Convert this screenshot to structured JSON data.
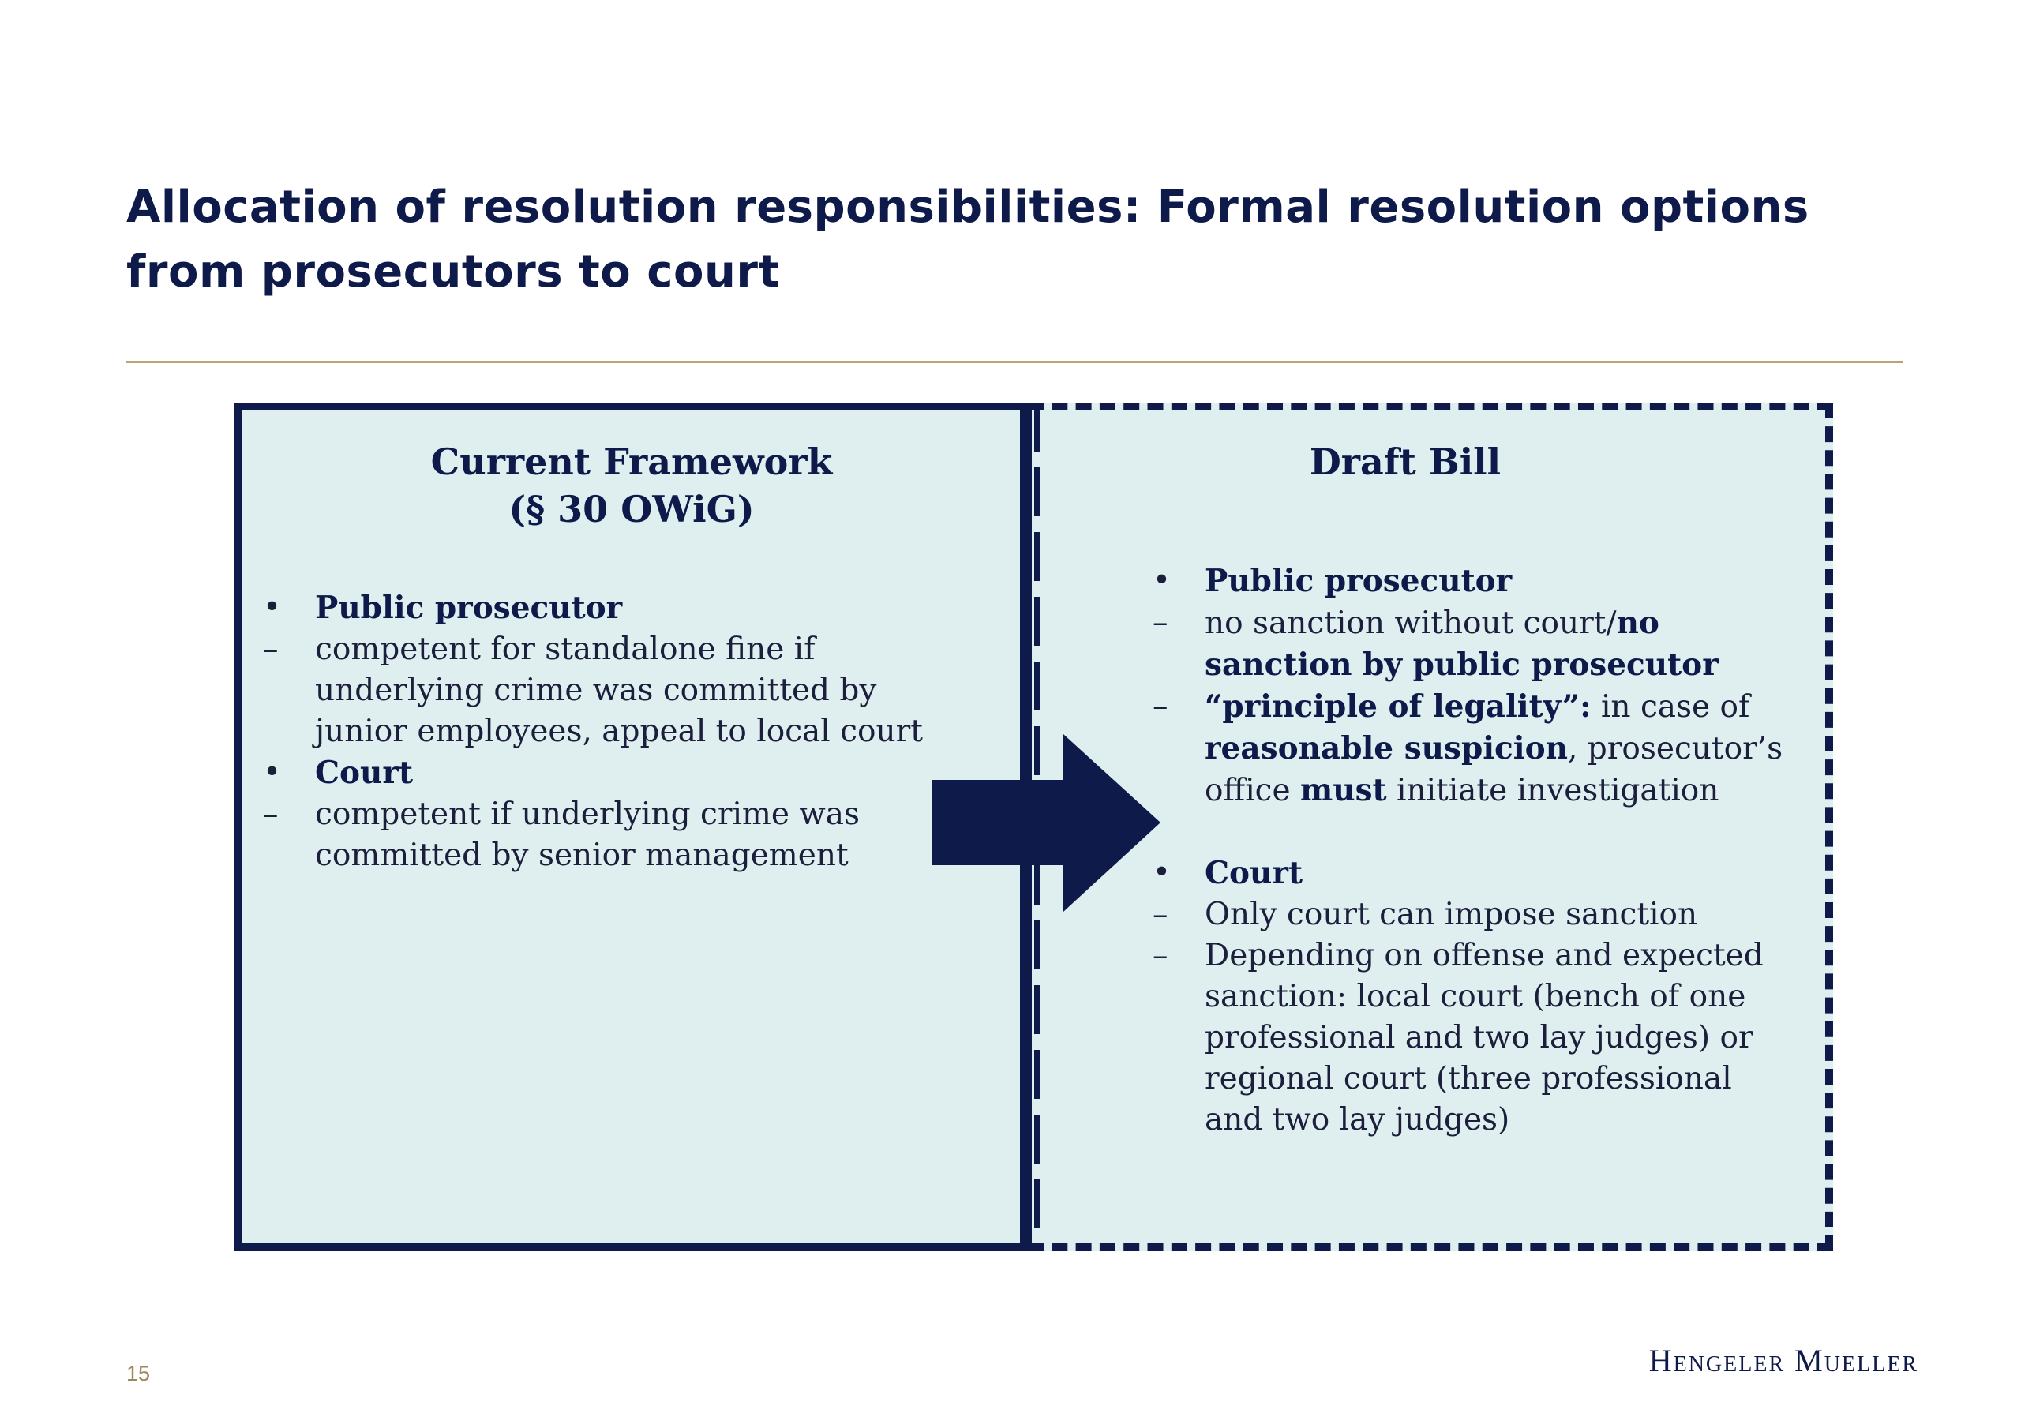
{
  "title": "Allocation of resolution responsibilities: Formal resolution options from prosecutors to court",
  "left_panel": {
    "heading_line1": "Current Framework",
    "heading_line2": "(§ 30 OWiG)",
    "items": [
      {
        "marker": "•",
        "text": "Public prosecutor",
        "bold": true
      },
      {
        "marker": "–",
        "text": "competent for standalone fine if underlying crime was committed by junior employees, appeal to local court"
      },
      {
        "marker": "•",
        "text": "Court",
        "bold": true
      },
      {
        "marker": "–",
        "text": "competent if underlying crime was committed by senior management"
      }
    ]
  },
  "right_panel": {
    "heading": "Draft Bill",
    "items": {
      "public_prosecutor": "Public prosecutor",
      "pp_point1_a": "no sanction without court/",
      "pp_point1_b": "no sanction by public prosecutor",
      "pp_point2_a": "“principle of legality”:",
      "pp_point2_b": " in case of ",
      "pp_point2_c": "reasonable suspicion",
      "pp_point2_d": ", prosecutor’s office ",
      "pp_point2_e": "must",
      "pp_point2_f": " initiate investigation",
      "court": "Court",
      "court_point1": "Only court can impose sanction",
      "court_point2": "Depending on offense and expected sanction: local court (bench of one professional and two lay judges) or regional court (three professional and two lay judges)"
    },
    "bullet": "•",
    "dash": "–"
  },
  "page_number": "15",
  "logo_text": "HENGELER MUELLER",
  "colors": {
    "navy": "#0e1a4a",
    "panel": "#dfeeef",
    "rule": "#b9a474"
  }
}
